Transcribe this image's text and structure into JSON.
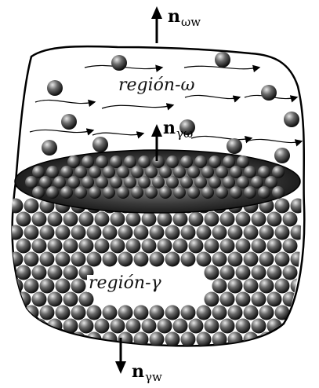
{
  "labels": {
    "n_top": {
      "symbol": "n",
      "subscript": "ωw"
    },
    "n_interface": {
      "symbol": "n",
      "subscript": "γω"
    },
    "n_bottom": {
      "symbol": "n",
      "subscript": "γw"
    },
    "region_omega": "región-ω",
    "region_gamma": "región-γ"
  },
  "colors": {
    "outline": "#000000",
    "particle_dark": "#111111",
    "particle_light": "#d8d8d8",
    "interface_fill": "#2a2a2a"
  }
}
